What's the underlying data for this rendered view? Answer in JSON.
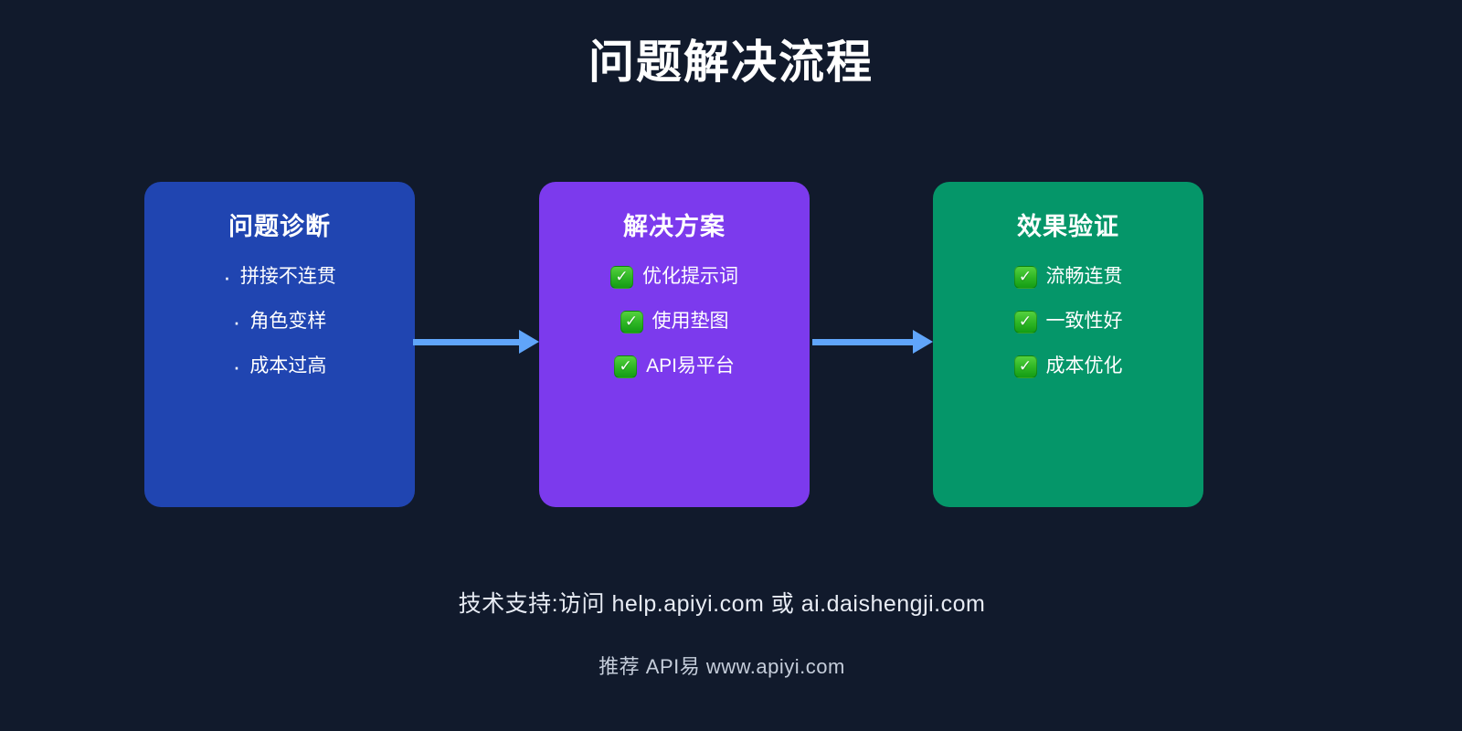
{
  "title": "问题解决流程",
  "colors": {
    "background": "#111a2c",
    "arrow": "#60a5fa",
    "check_icon_green": "#2cb424"
  },
  "icons": {
    "bullet": "·",
    "check": "✓"
  },
  "cards": [
    {
      "title": "问题诊断",
      "color": "#2045b1",
      "marker": "bullet",
      "items": [
        "拼接不连贯",
        "角色变样",
        "成本过高"
      ]
    },
    {
      "title": "解决方案",
      "color": "#7c3aed",
      "marker": "check",
      "items": [
        "优化提示词",
        "使用垫图",
        "API易平台"
      ]
    },
    {
      "title": "效果验证",
      "color": "#059669",
      "marker": "check",
      "items": [
        "流畅连贯",
        "一致性好",
        "成本优化"
      ]
    }
  ],
  "footer": {
    "support": "技术支持:访问 help.apiyi.com 或 ai.daishengji.com",
    "recommend": "推荐 API易 www.apiyi.com"
  }
}
